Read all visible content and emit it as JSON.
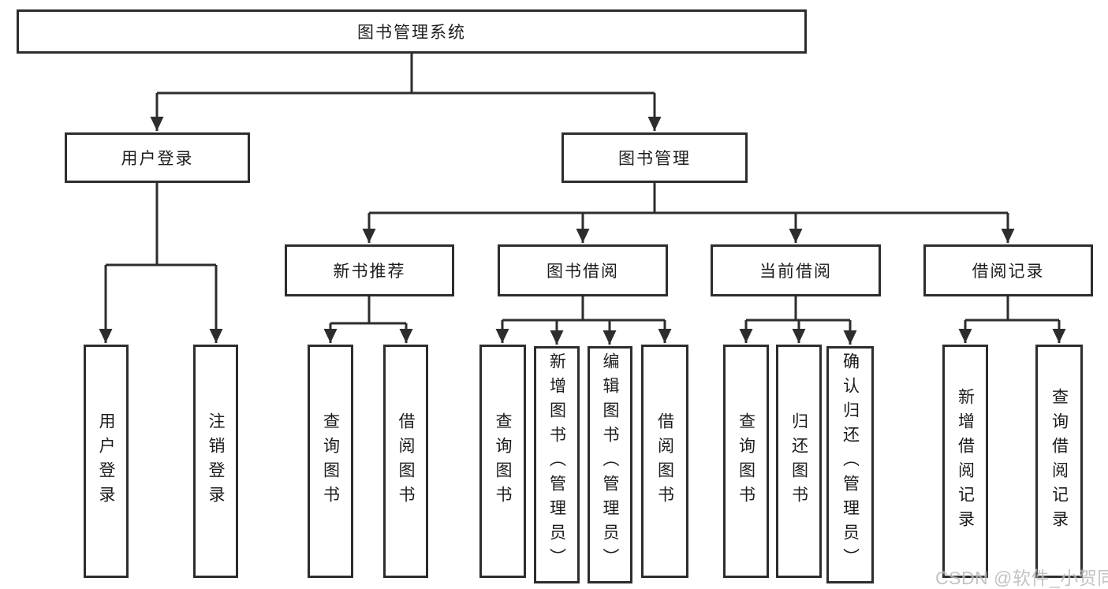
{
  "colors": {
    "line": "#2d2d2d",
    "box_border": "#2d2d2d",
    "box_background": "#ffffff",
    "text": "#1c1c1e",
    "watermark_text": "#b9b9be"
  },
  "watermark": {
    "text": "CSDN @软件_小贺同学"
  },
  "tree": {
    "root": {
      "label": "图书管理系统",
      "children": [
        {
          "label": "用户登录",
          "children": [
            {
              "label": "用户登录"
            },
            {
              "label": "注销登录"
            }
          ]
        },
        {
          "label": "图书管理",
          "children": [
            {
              "label": "新书推荐",
              "children": [
                {
                  "label": "查询图书"
                },
                {
                  "label": "借阅图书"
                }
              ]
            },
            {
              "label": "图书借阅",
              "children": [
                {
                  "label": "查询图书"
                },
                {
                  "label": "新增图书（管理员）"
                },
                {
                  "label": "编辑图书（管理员）"
                },
                {
                  "label": "借阅图书"
                }
              ]
            },
            {
              "label": "当前借阅",
              "children": [
                {
                  "label": "查询图书"
                },
                {
                  "label": "归还图书"
                },
                {
                  "label": "确认归还（管理员）"
                }
              ]
            },
            {
              "label": "借阅记录",
              "children": [
                {
                  "label": "新增借阅记录"
                },
                {
                  "label": "查询借阅记录"
                }
              ]
            }
          ]
        }
      ]
    }
  }
}
